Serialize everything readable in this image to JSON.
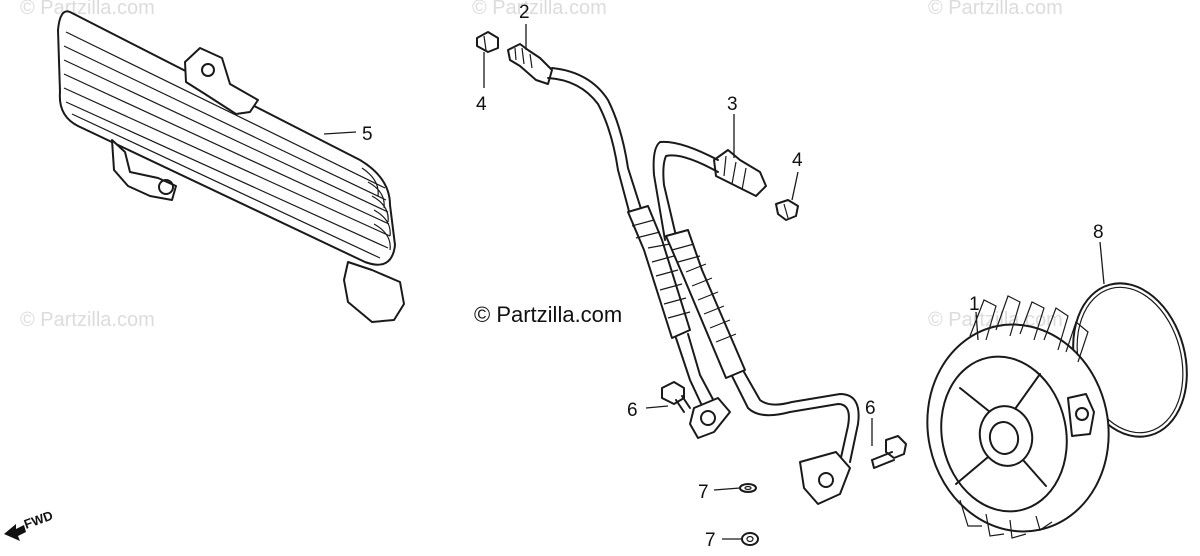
{
  "watermark": "© Partzilla.com",
  "copyright": "© Partzilla.com",
  "direction_label": "FWD",
  "callouts": [
    "1",
    "2",
    "3",
    "4",
    "4",
    "5",
    "6",
    "6",
    "7",
    "7",
    "8"
  ],
  "parts": [
    "oil-cooler",
    "oil-hose-upper",
    "oil-hose-lower",
    "oil-filter-cover",
    "o-ring",
    "hose-bolt",
    "union-bolt",
    "washer"
  ]
}
